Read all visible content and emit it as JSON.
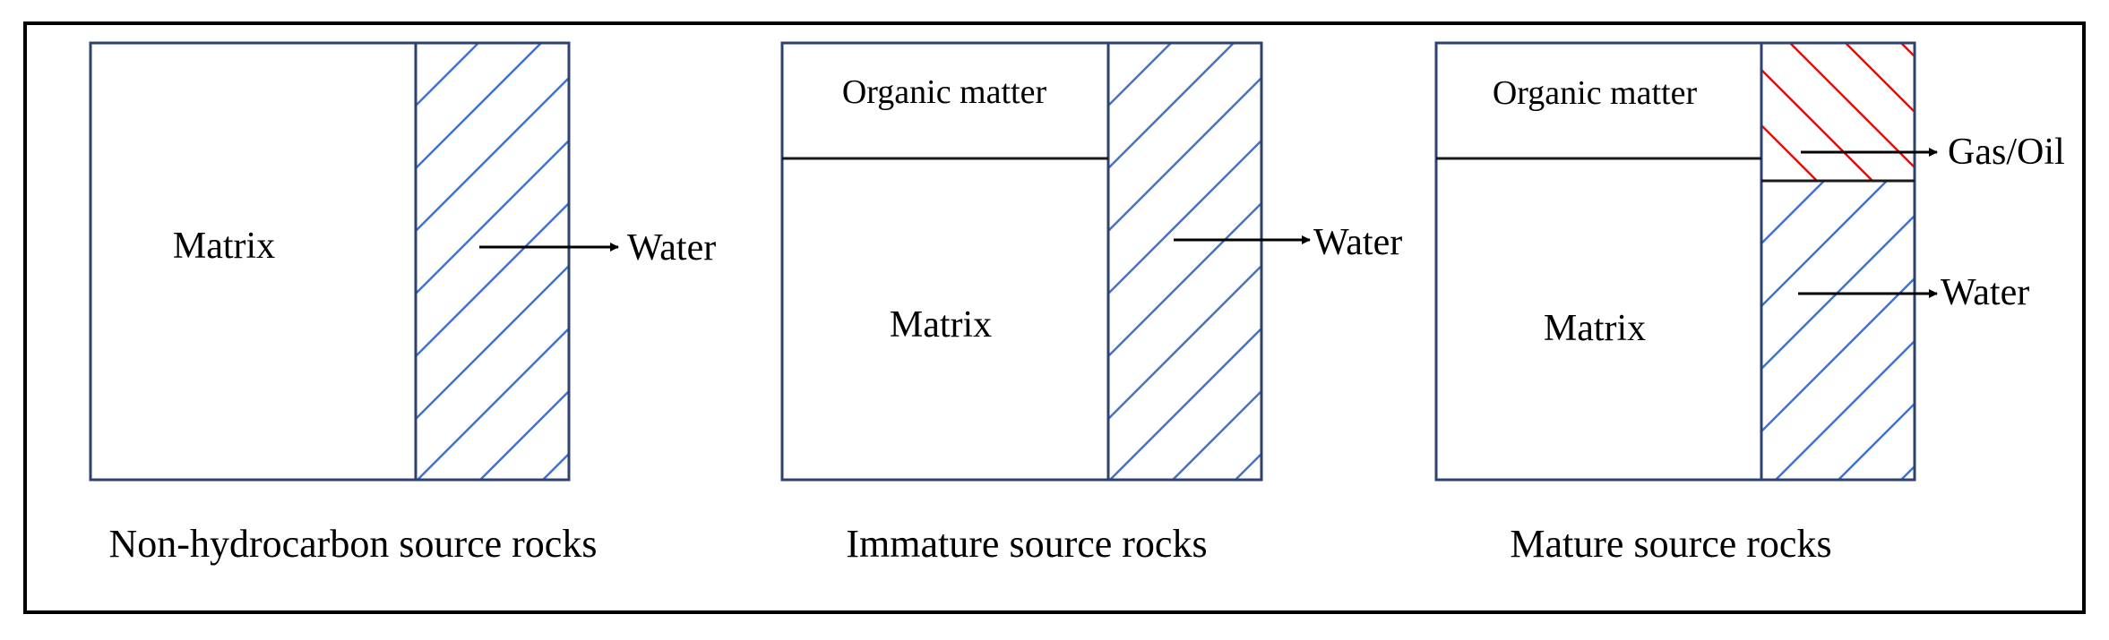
{
  "colors": {
    "outline": "#2e4270",
    "water_hatch": "#4472c4",
    "hydrocarbon_hatch": "#ff0000",
    "arrow": "#000000",
    "frame": "#000000"
  },
  "panels": [
    {
      "caption": "Non-hydrocarbon source rocks",
      "matrix_label": "Matrix",
      "water_label": "Water"
    },
    {
      "caption": "Immature source rocks",
      "organic_label": "Organic matter",
      "matrix_label": "Matrix",
      "water_label": "Water"
    },
    {
      "caption": "Mature source rocks",
      "organic_label": "Organic matter",
      "matrix_label": "Matrix",
      "gas_oil_label": "Gas/Oil",
      "water_label": "Water"
    }
  ]
}
